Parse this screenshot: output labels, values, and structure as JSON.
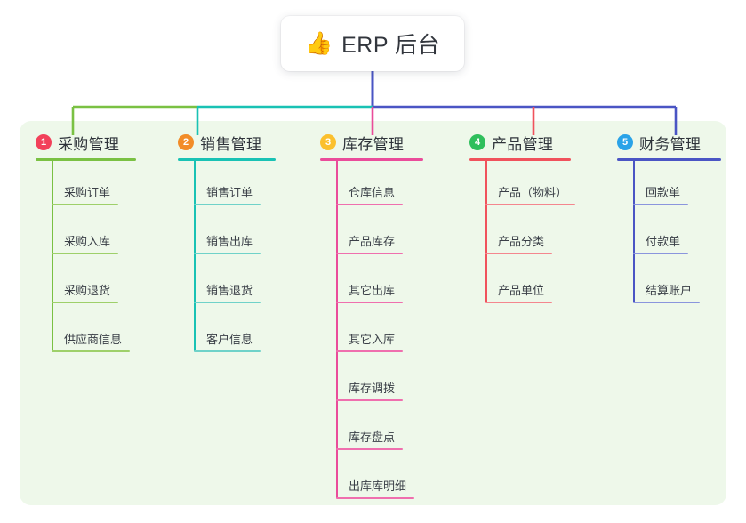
{
  "root": {
    "icon": "thumbs-up-icon",
    "icon_glyph": "👍",
    "title": "ERP 后台"
  },
  "palette": {
    "page_bg": "#ffffff",
    "panel_bg": "#eef8ea",
    "root_text": "#32363d",
    "trunk": "#4a55c4"
  },
  "columns": [
    {
      "index": "1",
      "title": "采购管理",
      "badge_color": "#f2415a",
      "line_color": "#7ac143",
      "leaf_color": "#9ed06a",
      "items": [
        {
          "label": "采购订单"
        },
        {
          "label": "采购入库"
        },
        {
          "label": "采购退货"
        },
        {
          "label": "供应商信息"
        }
      ]
    },
    {
      "index": "2",
      "title": "销售管理",
      "badge_color": "#f28c28",
      "line_color": "#19c2b4",
      "leaf_color": "#6fd2c9",
      "items": [
        {
          "label": "销售订单"
        },
        {
          "label": "销售出库"
        },
        {
          "label": "销售退货"
        },
        {
          "label": "客户信息"
        }
      ]
    },
    {
      "index": "3",
      "title": "库存管理",
      "badge_color": "#fbc02d",
      "line_color": "#ea4c9a",
      "leaf_color": "#ef6fae",
      "items": [
        {
          "label": "仓库信息"
        },
        {
          "label": "产品库存"
        },
        {
          "label": "其它出库"
        },
        {
          "label": "其它入库"
        },
        {
          "label": "库存调拨"
        },
        {
          "label": "库存盘点"
        },
        {
          "label": "出库库明细"
        }
      ]
    },
    {
      "index": "4",
      "title": "产品管理",
      "badge_color": "#2fbf5c",
      "line_color": "#f0525c",
      "leaf_color": "#f4868e",
      "items": [
        {
          "label": "产品（物料）"
        },
        {
          "label": "产品分类"
        },
        {
          "label": "产品单位"
        }
      ]
    },
    {
      "index": "5",
      "title": "财务管理",
      "badge_color": "#2aa3e8",
      "line_color": "#4a55c4",
      "leaf_color": "#8a95dd",
      "items": [
        {
          "label": "回款单"
        },
        {
          "label": "付款单"
        },
        {
          "label": "结算账户"
        }
      ]
    }
  ]
}
